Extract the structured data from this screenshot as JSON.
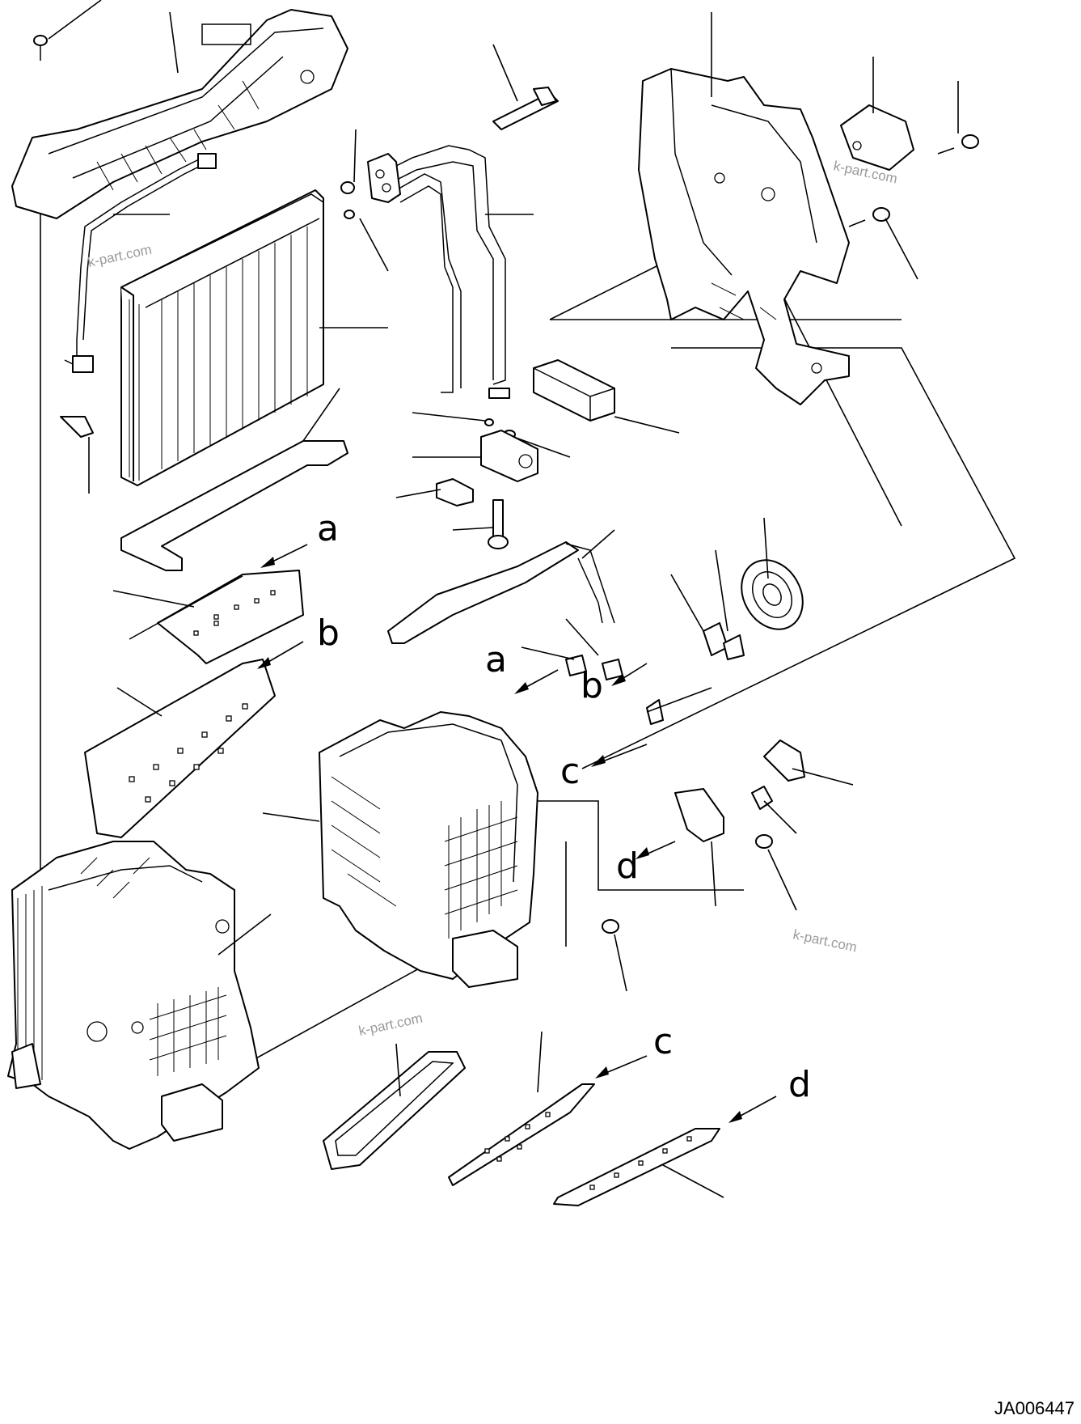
{
  "callouts": {
    "a_upper": "a",
    "b_upper": "b",
    "a_lower": "a",
    "b_lower": "b",
    "c_mid": "c",
    "d_mid": "d",
    "c_lower": "c",
    "d_lower": "d"
  },
  "watermarks": [
    "k-part.com",
    "k-part.com",
    "k-part.com",
    "k-part.com"
  ],
  "drawing_id": "JA006447"
}
